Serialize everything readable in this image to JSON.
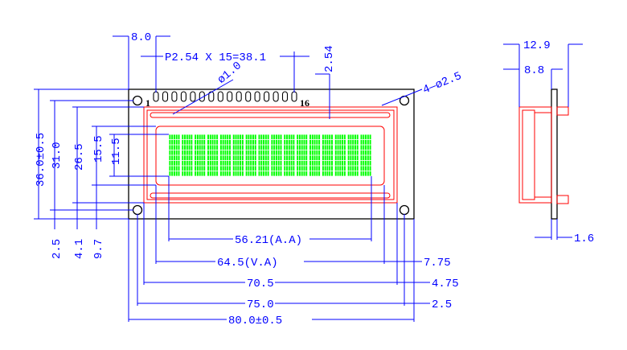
{
  "colors": {
    "dimension": "#0000ff",
    "outline": "#000000",
    "bezel": "#ff0000",
    "pixels": "#00ff00",
    "background": "#ffffff"
  },
  "labels": {
    "pin_offset": "8.0",
    "pitch": "P2.54  X  15=38.1",
    "pin_width": "2.54",
    "pin_hole": "ø1.0",
    "mount_holes": "4—ø2.5",
    "pin_first": "1",
    "pin_last": "16",
    "total_height": "36.0±0.5",
    "hole_height": "31.0",
    "bezel_height": "26.5",
    "view_height": "15.5",
    "active_height": "11.5",
    "bottom_1": "2.5",
    "bottom_2": "4.1",
    "bottom_3": "9.7",
    "active_width": "56.21(A.A)",
    "view_width": "64.5(V.A)",
    "bezel_width": "70.5",
    "hole_width": "75.0",
    "total_width": "80.0±0.5",
    "right_1": "7.75",
    "right_2": "4.75",
    "right_3": "2.5",
    "side_total": "12.9",
    "side_module": "8.8",
    "side_pcb": "1.6"
  },
  "display": {
    "characters_per_row": 16,
    "rows": 1,
    "char_columns": 5,
    "char_rows": 8
  }
}
